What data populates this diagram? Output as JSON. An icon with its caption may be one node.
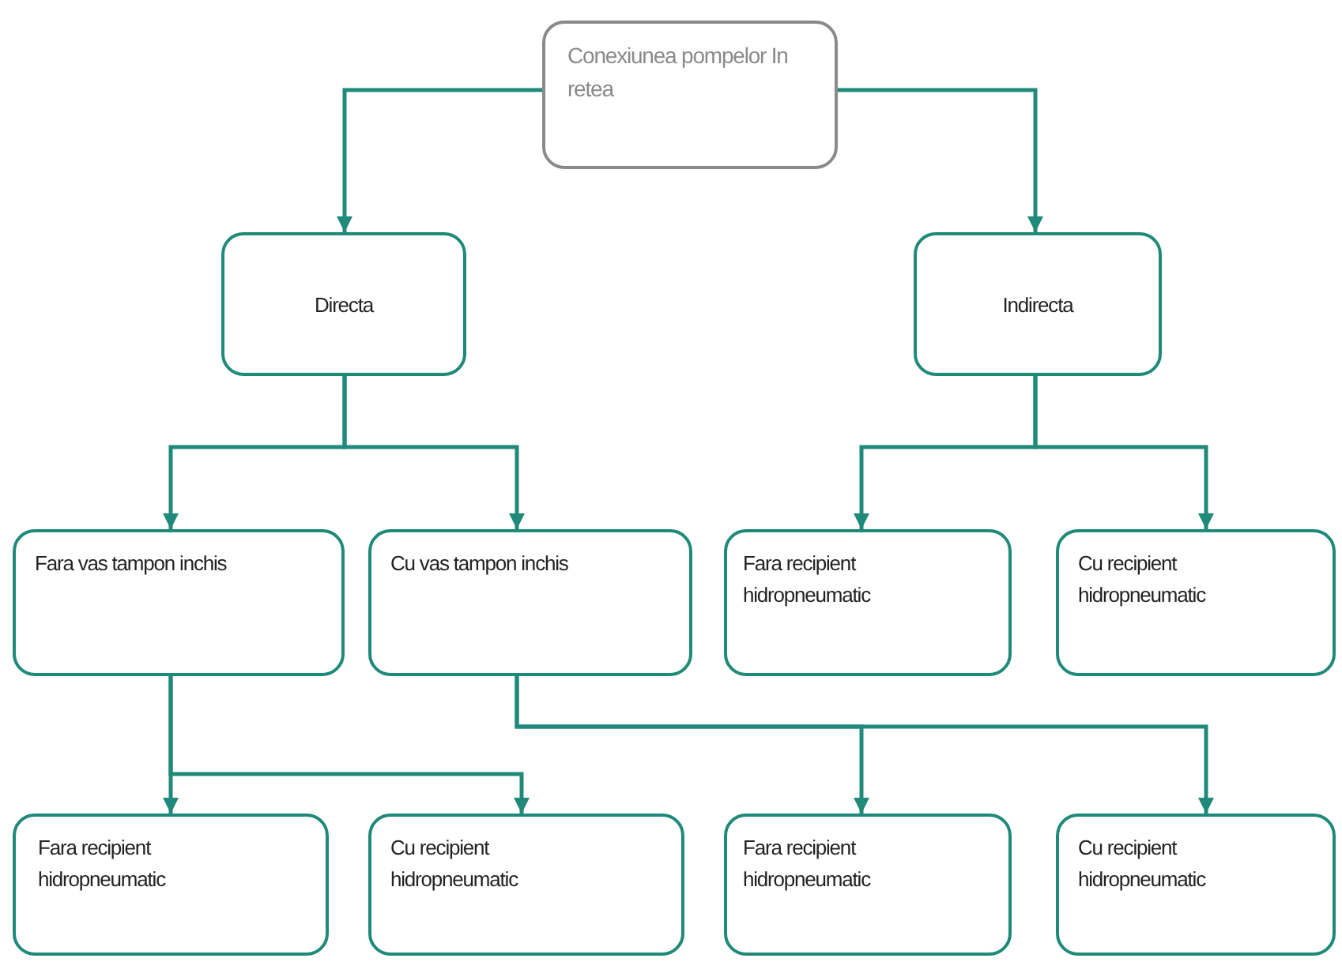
{
  "diagram": {
    "nodes": [
      {
        "text": [
          "Conexiunea pompelor In retea"
        ]
      },
      {
        "text": [
          "Directa"
        ]
      },
      {
        "text": [
          "Indirecta"
        ]
      },
      {
        "text": [
          "Fara vas tampon inchis"
        ]
      },
      {
        "text": [
          "Cu vas tampon inchis"
        ]
      },
      {
        "text": [
          "Fara recipient hidropneumatic"
        ]
      },
      {
        "text": [
          "Cu recipient hidropneumatic"
        ]
      },
      {
        "text": [
          "Fara recipient hidropneumatic"
        ]
      },
      {
        "text": [
          "Cu recipient hidropneumatic"
        ]
      },
      {
        "text": [
          "Fara recipient hidropneumatic"
        ]
      },
      {
        "text": [
          "Cu recipient hidropneumatic"
        ]
      }
    ],
    "edges": [
      {
        "from": 0,
        "to": 1,
        "arrow": "to"
      },
      {
        "from": 0,
        "to": 2,
        "arrow": "to"
      },
      {
        "from": 1,
        "to": 3,
        "arrow": "to"
      },
      {
        "from": 1,
        "to": 4,
        "arrow": "to"
      },
      {
        "from": 2,
        "to": 5,
        "arrow": "to"
      },
      {
        "from": 2,
        "to": 6,
        "arrow": "to"
      },
      {
        "from": 3,
        "to": 7,
        "arrow": "to"
      },
      {
        "from": 3,
        "to": 8,
        "arrow": "to"
      },
      {
        "from": 4,
        "to": 9,
        "arrow": "to"
      },
      {
        "from": 4,
        "to": 10,
        "arrow": "to"
      }
    ]
  }
}
